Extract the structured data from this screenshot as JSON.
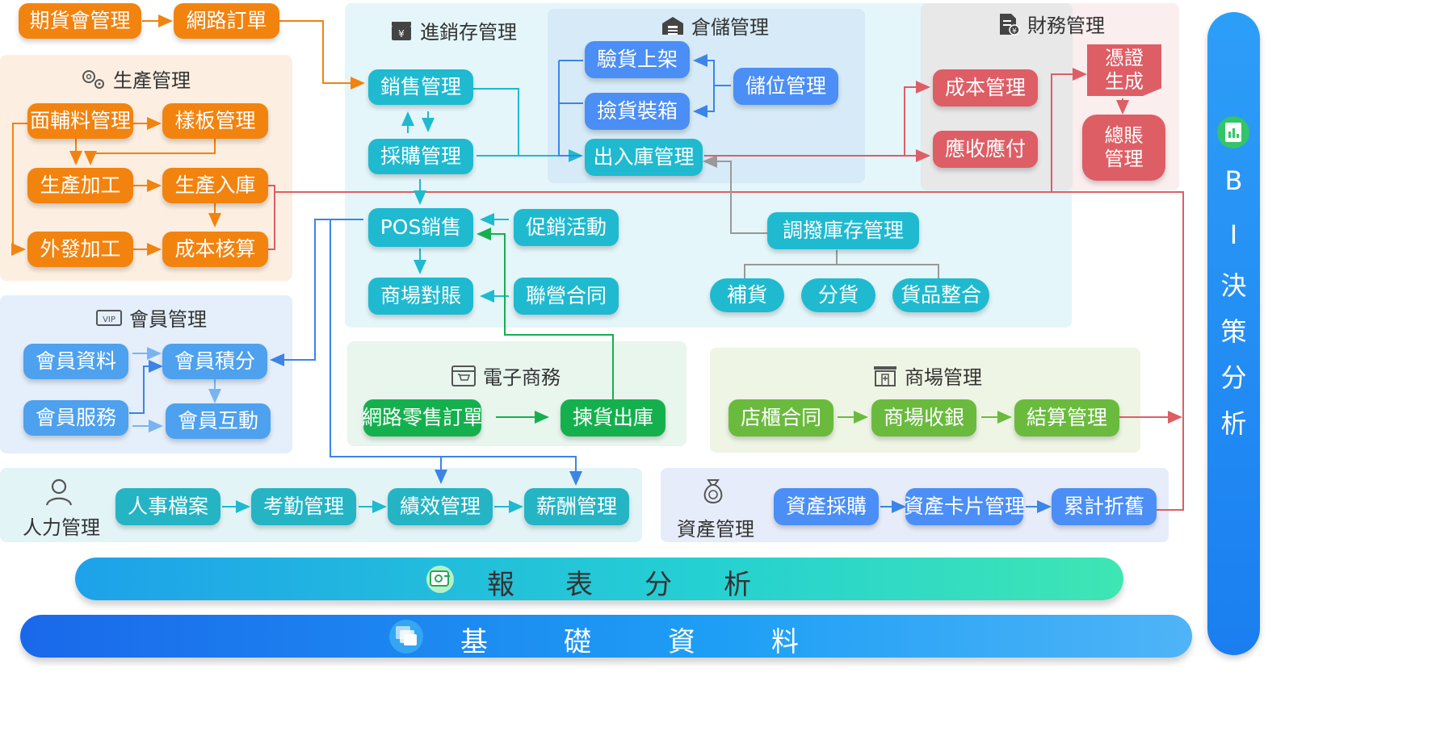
{
  "top": {
    "futures": "期貨會管理",
    "online_order": "網路訂單"
  },
  "production": {
    "title": "生產管理",
    "materials": "面輔料管理",
    "sample": "樣板管理",
    "processing": "生產加工",
    "storage_in": "生產入庫",
    "outsourcing": "外發加工",
    "costing": "成本核算"
  },
  "membership": {
    "title": "會員管理",
    "data": "會員資料",
    "points": "會員積分",
    "service": "會員服務",
    "interaction": "會員互動"
  },
  "inventory": {
    "title": "進銷存管理",
    "sales": "銷售管理",
    "purchase": "採購管理",
    "pos": "POS銷售",
    "promotion": "促銷活動",
    "mall_reconcile": "商場對賬",
    "joint_contract": "聯營合同"
  },
  "warehouse": {
    "title": "倉儲管理",
    "inspect": "驗貨上架",
    "location": "儲位管理",
    "picking": "撿貨裝箱",
    "inout": "出入庫管理",
    "transfer": "調撥庫存管理",
    "restock": "補貨",
    "allocate": "分貨",
    "consolidate": "貨品整合"
  },
  "finance": {
    "title": "財務管理",
    "cost": "成本管理",
    "arap": "應收應付",
    "voucher": "憑證生成",
    "ledger": "總賬管理"
  },
  "ecommerce": {
    "title": "電子商務",
    "order": "網路零售訂單",
    "pick_out": "揀貨出庫"
  },
  "mall": {
    "title": "商場管理",
    "counter_contract": "店櫃合同",
    "cashier": "商場收銀",
    "settlement": "結算管理"
  },
  "hr": {
    "title": "人力管理",
    "records": "人事檔案",
    "attendance": "考勤管理",
    "performance": "績效管理",
    "salary": "薪酬管理"
  },
  "assets": {
    "title": "資產管理",
    "purchase": "資產採購",
    "card": "資產卡片管理",
    "depreciation": "累計折舊"
  },
  "bi": {
    "chars": [
      "B",
      "I",
      "決",
      "策",
      "分",
      "析"
    ]
  },
  "report": {
    "chars": [
      "報",
      "表",
      "分",
      "析"
    ]
  },
  "base": {
    "chars": [
      "基",
      "礎",
      "資",
      "料"
    ]
  },
  "colors": {
    "orange": "#f2830f",
    "teal": "#1fbad0",
    "blue": "#4b8ef5",
    "red": "#de5e66",
    "green": "#15b04e",
    "light_green": "#6abb3d",
    "member_blue": "#4da1ee",
    "bi_blue": "#1a7ef0"
  }
}
